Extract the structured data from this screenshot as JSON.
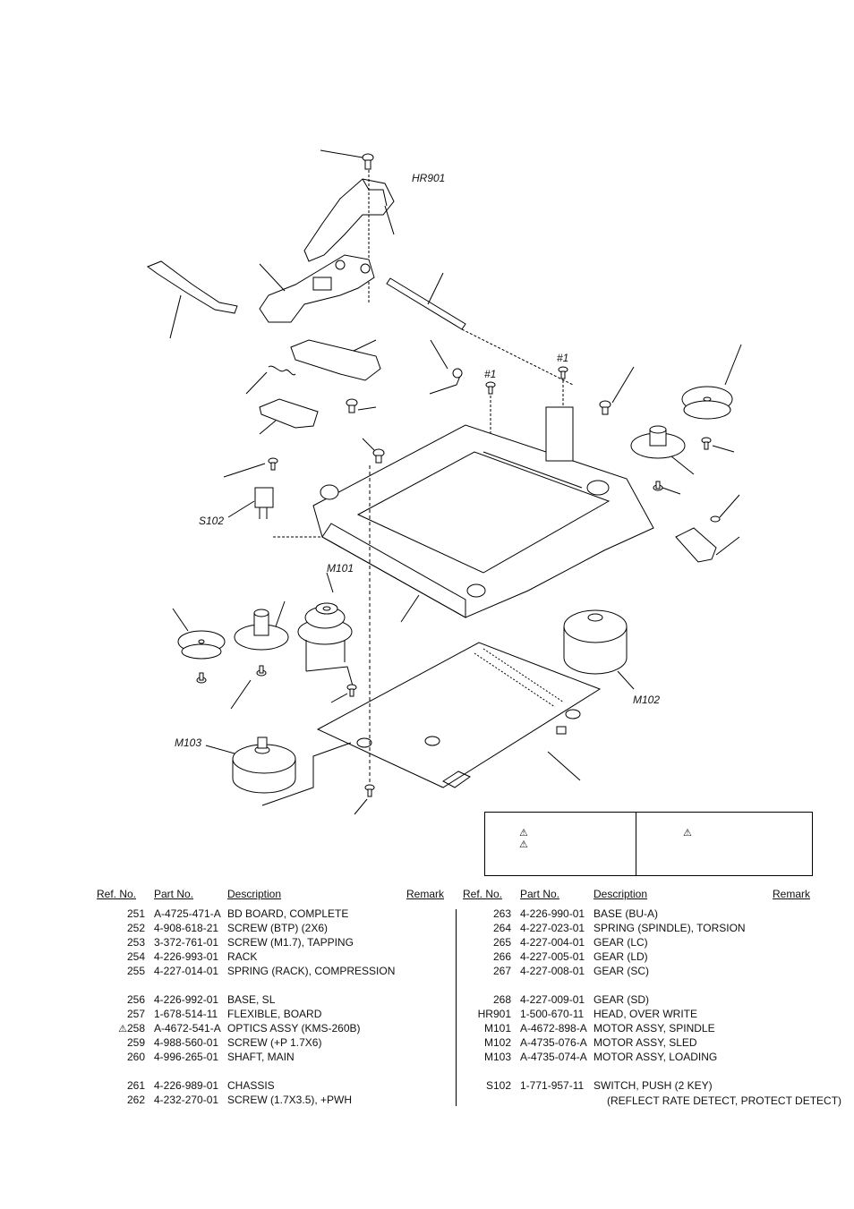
{
  "diagram": {
    "labels": {
      "hr901": "HR901",
      "s102": "S102",
      "m101": "M101",
      "m102": "M102",
      "m103": "M103",
      "hash1_a": "#1",
      "hash1_b": "#1"
    },
    "warning_symbol": "⚠"
  },
  "table": {
    "headers": {
      "ref": "Ref. No.",
      "part": "Part No.",
      "desc": "Description",
      "remark": "Remark"
    },
    "left": [
      {
        "mark": "",
        "ref": "251",
        "part": "A-4725-471-A",
        "desc": "BD BOARD, COMPLETE"
      },
      {
        "mark": "",
        "ref": "252",
        "part": "4-908-618-21",
        "desc": "SCREW (BTP) (2X6)"
      },
      {
        "mark": "",
        "ref": "253",
        "part": "3-372-761-01",
        "desc": "SCREW (M1.7), TAPPING"
      },
      {
        "mark": "",
        "ref": "254",
        "part": "4-226-993-01",
        "desc": "RACK"
      },
      {
        "mark": "",
        "ref": "255",
        "part": "4-227-014-01",
        "desc": "SPRING (RACK), COMPRESSION"
      },
      {
        "gap": true
      },
      {
        "mark": "",
        "ref": "256",
        "part": "4-226-992-01",
        "desc": "BASE, SL"
      },
      {
        "mark": "",
        "ref": "257",
        "part": "1-678-514-11",
        "desc": "FLEXIBLE, BOARD"
      },
      {
        "mark": "⚠",
        "ref": "258",
        "part": "A-4672-541-A",
        "desc": "OPTICS ASSY (KMS-260B)"
      },
      {
        "mark": "",
        "ref": "259",
        "part": "4-988-560-01",
        "desc": "SCREW (+P 1.7X6)"
      },
      {
        "mark": "",
        "ref": "260",
        "part": "4-996-265-01",
        "desc": "SHAFT, MAIN"
      },
      {
        "gap": true
      },
      {
        "mark": "",
        "ref": "261",
        "part": "4-226-989-01",
        "desc": "CHASSIS"
      },
      {
        "mark": "",
        "ref": "262",
        "part": "4-232-270-01",
        "desc": "SCREW (1.7X3.5), +PWH"
      }
    ],
    "right": [
      {
        "mark": "",
        "ref": "263",
        "part": "4-226-990-01",
        "desc": "BASE (BU-A)"
      },
      {
        "mark": "",
        "ref": "264",
        "part": "4-227-023-01",
        "desc": "SPRING (SPINDLE), TORSION"
      },
      {
        "mark": "",
        "ref": "265",
        "part": "4-227-004-01",
        "desc": "GEAR (LC)"
      },
      {
        "mark": "",
        "ref": "266",
        "part": "4-227-005-01",
        "desc": "GEAR (LD)"
      },
      {
        "mark": "",
        "ref": "267",
        "part": "4-227-008-01",
        "desc": "GEAR (SC)"
      },
      {
        "gap": true
      },
      {
        "mark": "",
        "ref": "268",
        "part": "4-227-009-01",
        "desc": "GEAR (SD)"
      },
      {
        "mark": "",
        "ref": "HR901",
        "part": "1-500-670-11",
        "desc": "HEAD, OVER WRITE"
      },
      {
        "mark": "",
        "ref": "M101",
        "part": "A-4672-898-A",
        "desc": "MOTOR ASSY, SPINDLE"
      },
      {
        "mark": "",
        "ref": "M102",
        "part": "A-4735-076-A",
        "desc": "MOTOR ASSY, SLED"
      },
      {
        "mark": "",
        "ref": "M103",
        "part": "A-4735-074-A",
        "desc": "MOTOR ASSY, LOADING"
      },
      {
        "gap": true
      },
      {
        "mark": "",
        "ref": "S102",
        "part": "1-771-957-11",
        "desc": "SWITCH, PUSH (2 KEY)"
      }
    ],
    "right_subnote": "(REFLECT RATE DETECT, PROTECT DETECT)"
  }
}
